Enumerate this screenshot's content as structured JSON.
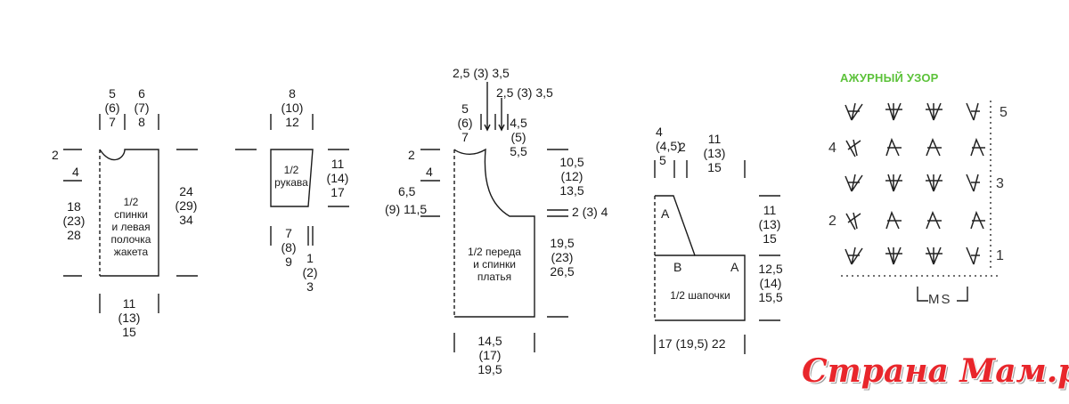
{
  "jacket": {
    "widths_top": [
      [
        "5",
        "(6)",
        "7"
      ],
      [
        "6",
        "(7)",
        "8"
      ]
    ],
    "neck": [
      "2",
      "4"
    ],
    "height_left": [
      "18",
      "(23)",
      "28"
    ],
    "label": [
      "1/2",
      "спинки",
      "и левая",
      "полочка",
      "жакета"
    ],
    "height_right": [
      "24",
      "(29)",
      "34"
    ],
    "width_bottom": [
      "11",
      "(13)",
      "15"
    ]
  },
  "sleeve": {
    "width_top": [
      "8",
      "(10)",
      "12"
    ],
    "label": [
      "1/2",
      "рукава"
    ],
    "height_right": [
      "11",
      "(14)",
      "17"
    ],
    "width_bottom": [
      "7",
      "(8)",
      "9"
    ],
    "step": [
      "1",
      "(2)",
      "3"
    ]
  },
  "dress": {
    "top1": "2,5 (3) 3,5",
    "top2": "2,5 (3) 3,5",
    "widths_top_left": [
      "5",
      "(6)",
      "7"
    ],
    "widths_top_right": [
      "4,5",
      "(5)",
      "5,5"
    ],
    "neck": [
      "2",
      "4"
    ],
    "armhole_left": [
      "6,5",
      "(9) 11,5"
    ],
    "armhole_right": [
      "10,5",
      "(12)",
      "13,5"
    ],
    "step_right": "2 (3) 4",
    "label": [
      "1/2 переда",
      "и спинки",
      "платья"
    ],
    "height_right": [
      "19,5",
      "(23)",
      "26,5"
    ],
    "width_bottom": [
      "14,5",
      "(17)",
      "19,5"
    ]
  },
  "hat": {
    "left_top": [
      "4",
      "(4,5)",
      "5"
    ],
    "left_top_2": "2",
    "width_top": [
      "11",
      "(13)",
      "15"
    ],
    "point_a": "A",
    "point_b": "B",
    "label": "1/2 шапочки",
    "height_right_top": [
      "11",
      "(13)",
      "15"
    ],
    "height_right_bottom": [
      "12,5",
      "(14)",
      "15,5"
    ],
    "width_bottom": "17 (19,5) 22"
  },
  "pattern": {
    "title": "АЖУРНЫЙ УЗОР",
    "rows_right": [
      "5",
      "3",
      "1"
    ],
    "rows_left": [
      "4",
      "2"
    ],
    "repeat": "MS"
  },
  "watermark": "Страна Мам.ру"
}
